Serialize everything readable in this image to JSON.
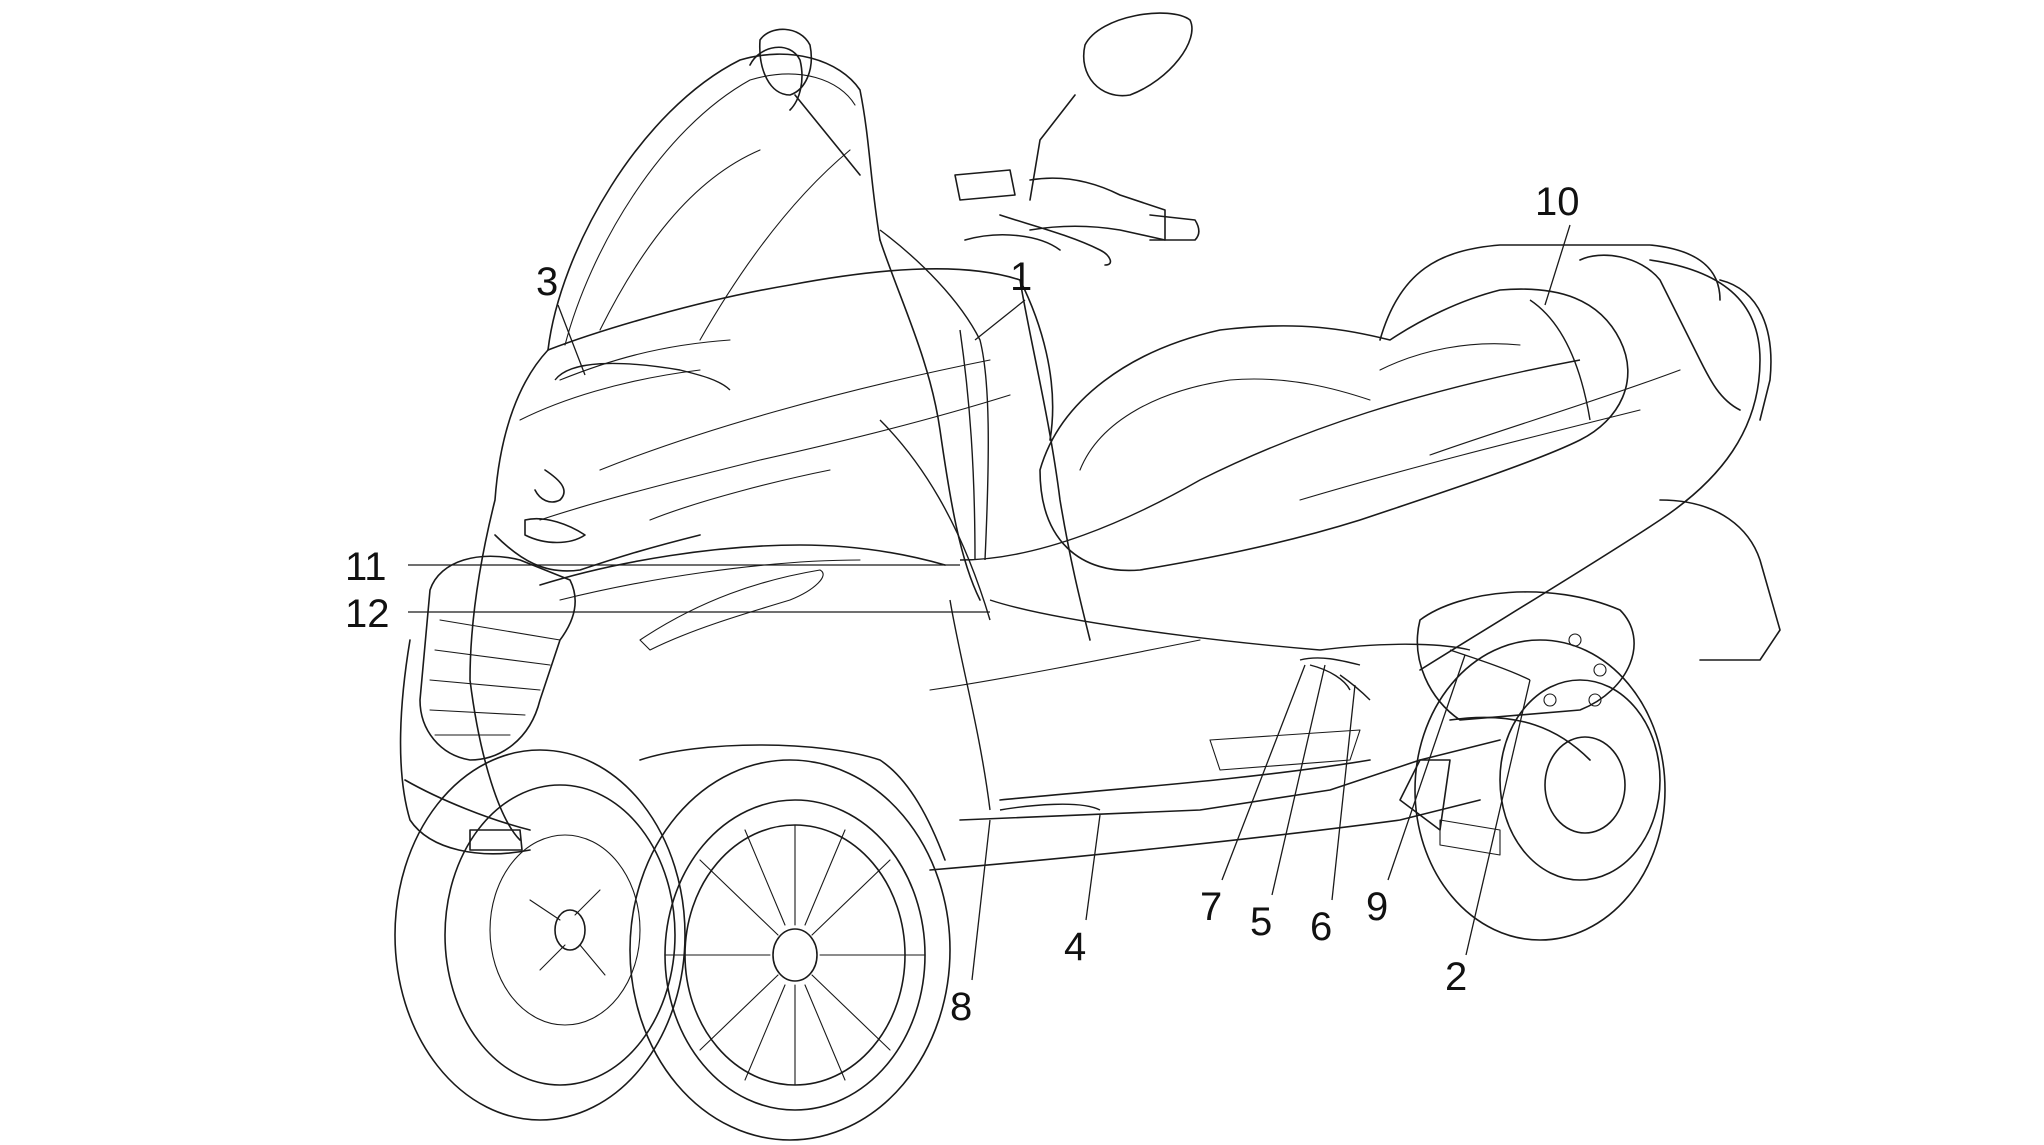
{
  "diagram": {
    "callouts": [
      {
        "id": "c1",
        "text": "1"
      },
      {
        "id": "c2",
        "text": "2"
      },
      {
        "id": "c3",
        "text": "3"
      },
      {
        "id": "c4",
        "text": "4"
      },
      {
        "id": "c5",
        "text": "5"
      },
      {
        "id": "c6",
        "text": "6"
      },
      {
        "id": "c7",
        "text": "7"
      },
      {
        "id": "c8",
        "text": "8"
      },
      {
        "id": "c9",
        "text": "9"
      },
      {
        "id": "c10",
        "text": "10"
      },
      {
        "id": "c11",
        "text": "11"
      },
      {
        "id": "c12",
        "text": "12"
      }
    ],
    "line_color": "#1a1a1a",
    "background": "#ffffff"
  }
}
